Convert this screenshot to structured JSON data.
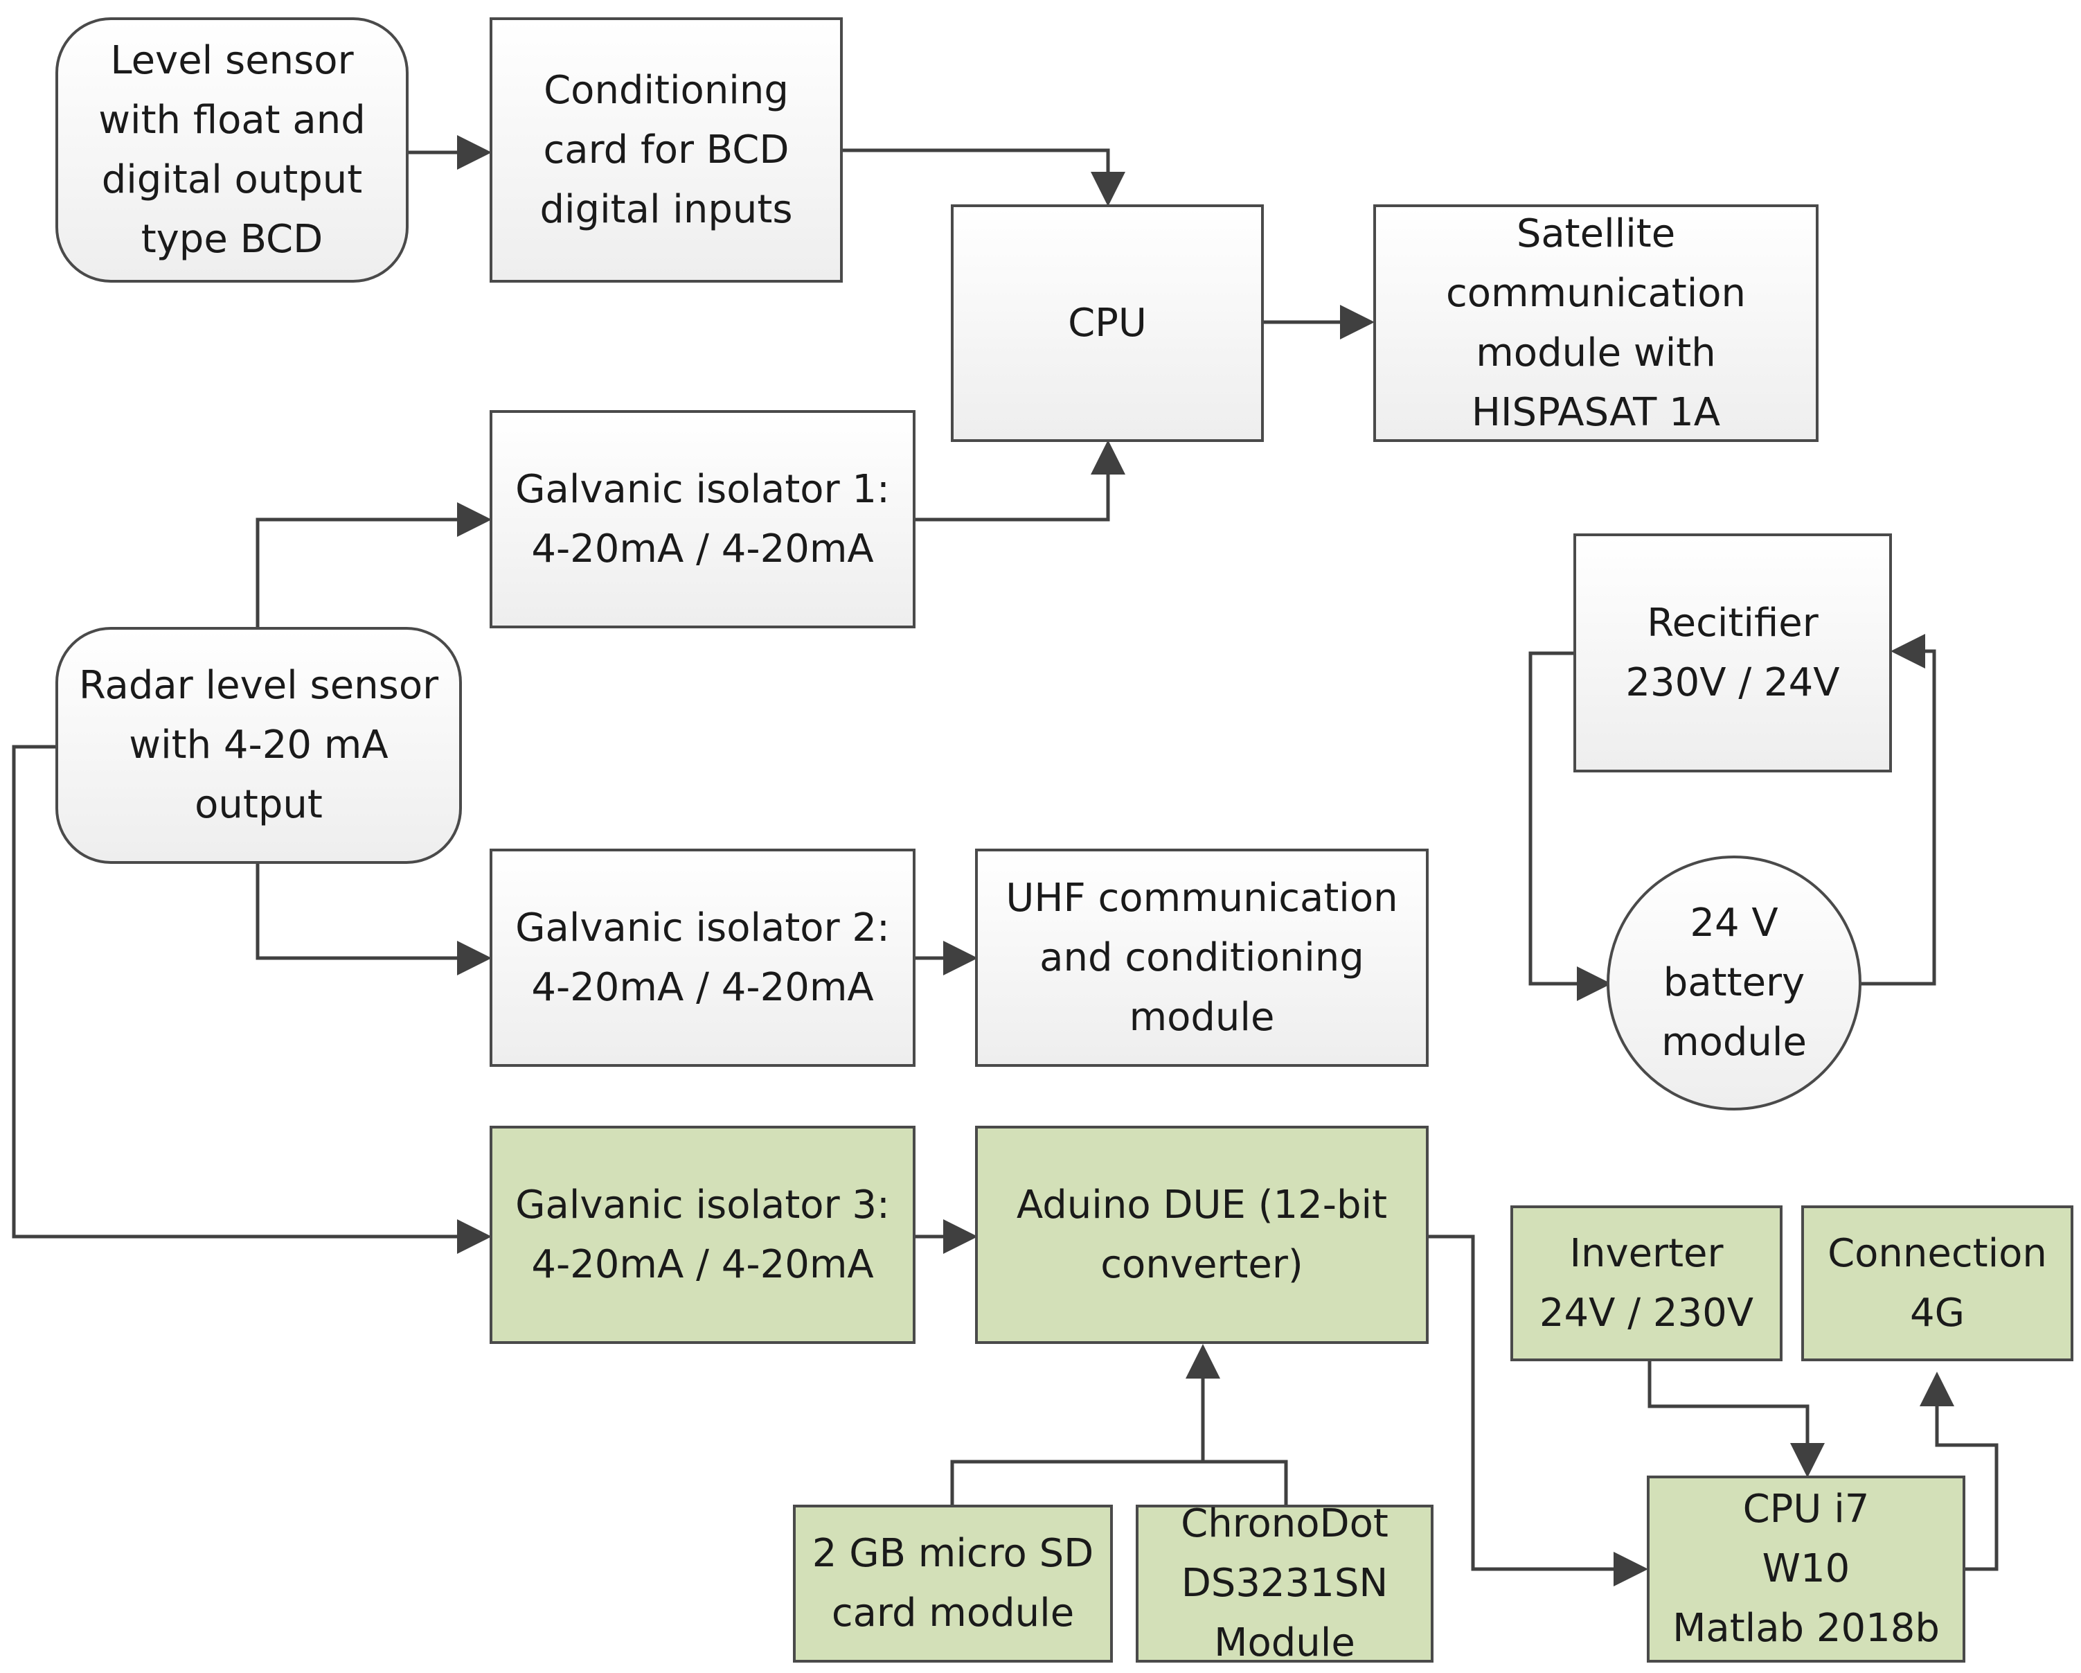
{
  "nodes": {
    "level_sensor": "Level sensor\nwith float and\ndigital output\ntype BCD",
    "conditioning_card": "Conditioning\ncard for BCD\ndigital inputs",
    "cpu": "CPU",
    "satellite": "Satellite\ncommunication\nmodule with\nHISPASAT 1A",
    "galvanic_1": "Galvanic isolator 1:\n4-20mA / 4-20mA",
    "radar_sensor": "Radar level sensor\nwith 4-20 mA\noutput",
    "rectifier": "Recitifier\n230V / 24V",
    "battery": "24 V\nbattery\nmodule",
    "galvanic_2": "Galvanic isolator 2:\n4-20mA / 4-20mA",
    "uhf": "UHF communication\nand conditioning\nmodule",
    "galvanic_3": "Galvanic isolator 3:\n4-20mA / 4-20mA",
    "arduino": "Aduino DUE (12-bit\nconverter)",
    "inverter": "Inverter\n24V / 230V",
    "connection_4g": "Connection\n4G",
    "sd_card": "2 GB micro SD\ncard module",
    "chronodot": "ChronoDot\nDS3231SN\nModule",
    "cpu_i7": "CPU i7\nW10\nMatlab 2018b"
  },
  "colors": {
    "line": "#404040",
    "border": "#4a4a4a",
    "gray_fill": "#f0f0f0",
    "green_fill": "#d3e0b8",
    "text": "#1a1a1a"
  }
}
